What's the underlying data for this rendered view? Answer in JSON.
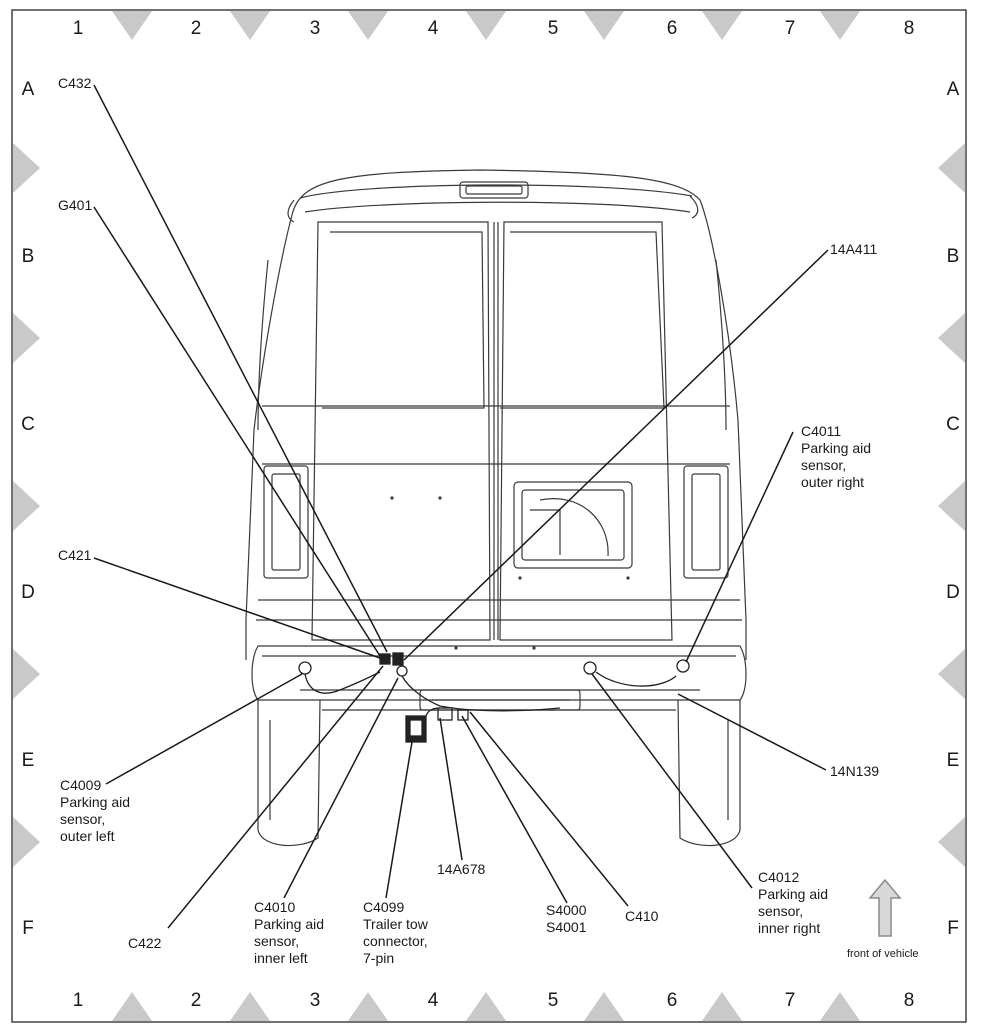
{
  "grid": {
    "columns": [
      "1",
      "2",
      "3",
      "4",
      "5",
      "6",
      "7",
      "8"
    ],
    "rows": [
      "A",
      "B",
      "C",
      "D",
      "E",
      "F"
    ]
  },
  "callouts": {
    "c432": "C432",
    "g401": "G401",
    "a14a411": "14A411",
    "c421": "C421",
    "c4011": [
      "C4011",
      "Parking aid",
      "sensor,",
      "outer right"
    ],
    "c4009": [
      "C4009",
      "Parking aid",
      "sensor,",
      "outer left"
    ],
    "n14n139": "14N139",
    "a14a678": "14A678",
    "c4010": [
      "C4010",
      "Parking aid",
      "sensor,",
      "inner left"
    ],
    "c4099": [
      "C4099",
      "Trailer tow",
      "connector,",
      "7-pin"
    ],
    "s4000": [
      "S4000",
      "S4001"
    ],
    "c410": "C410",
    "c4012": [
      "C4012",
      "Parking aid",
      "sensor,",
      "inner right"
    ],
    "c422": "C422"
  },
  "front_label": "front of vehicle",
  "colors": {
    "ink": "#1a1a1a",
    "marker": "#c9c9c9",
    "arrow_fill": "#d8d8d8",
    "arrow_stroke": "#8a8a8a"
  }
}
